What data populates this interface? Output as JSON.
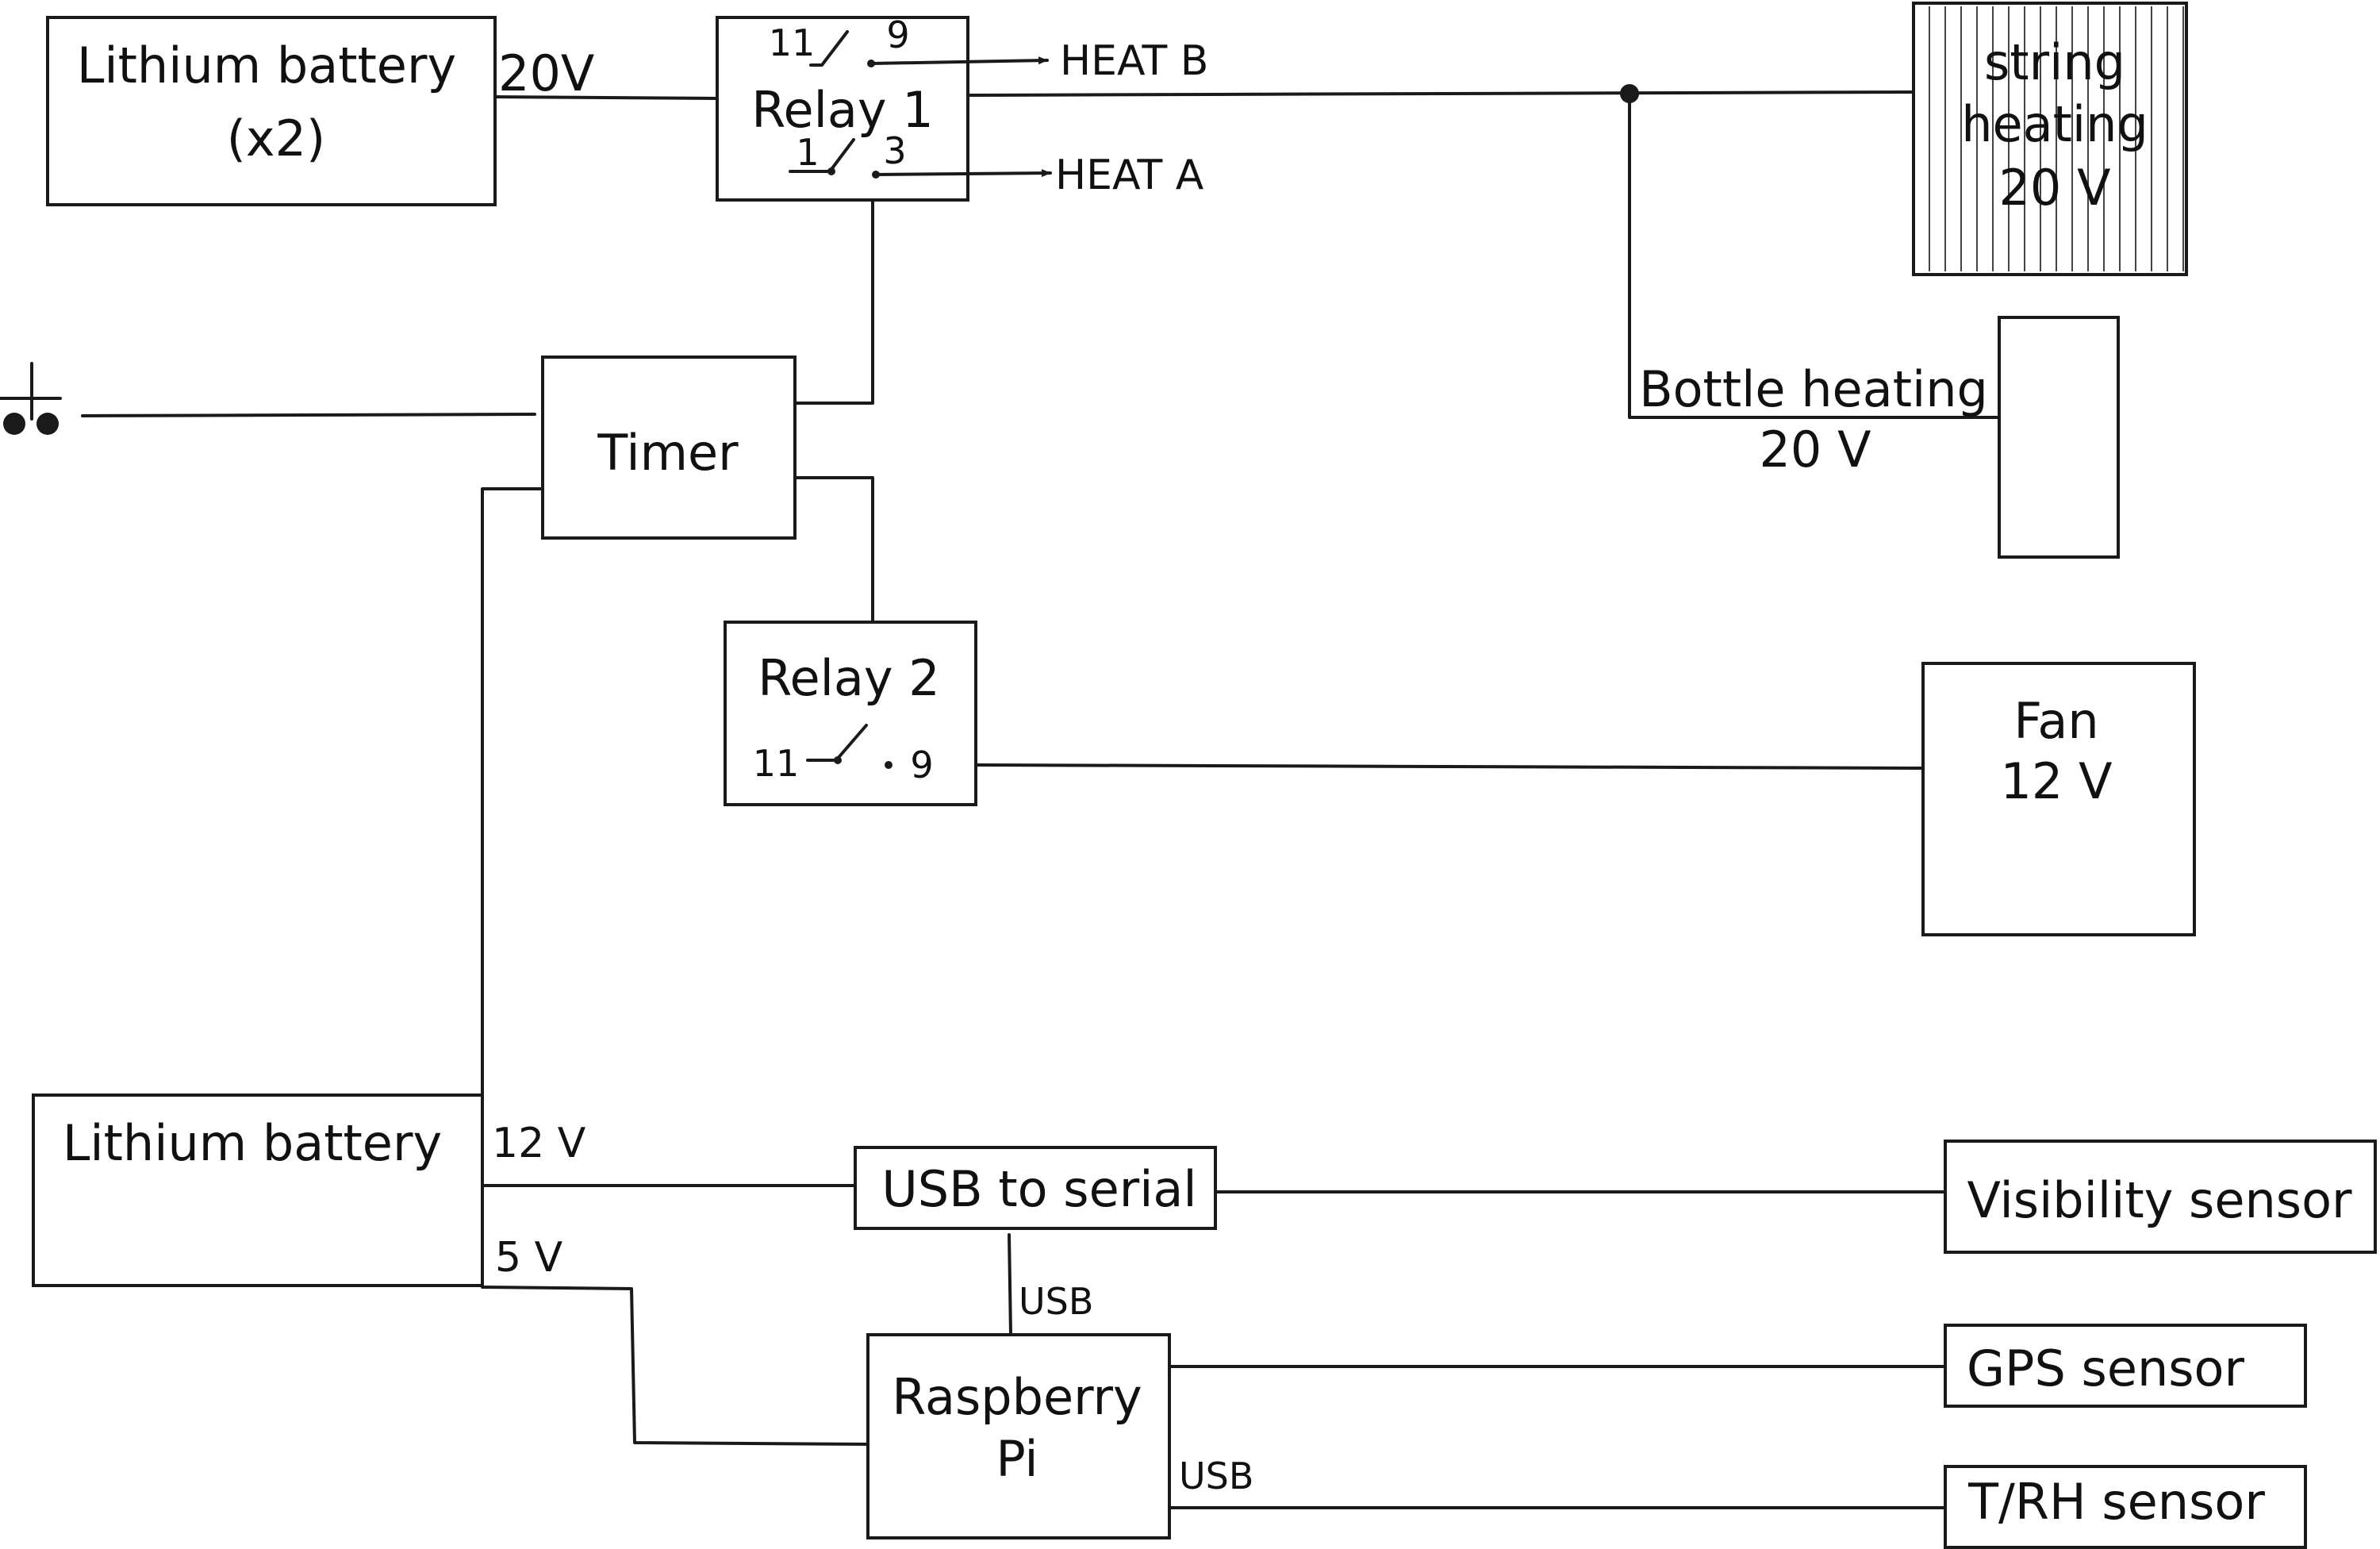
{
  "colors": {
    "line": "#1a1a1a",
    "background": "#ffffff"
  },
  "icons": {
    "switch": "switch-icon"
  },
  "battery_main": {
    "line1": "Lithium battery",
    "line2": "(x2)",
    "voltage": "20V"
  },
  "relay1": {
    "label": "Relay 1",
    "pin_top_left": "11",
    "pin_top_right": "9",
    "pin_bottom_left": "1",
    "pin_bottom_right": "3",
    "out_b": "HEAT B",
    "out_a": "HEAT A"
  },
  "string_heating": {
    "line1": "string",
    "line2": "heating",
    "voltage": "20 V"
  },
  "bottle_heating": {
    "label": "Bottle heating",
    "voltage": "20 V"
  },
  "timer": {
    "label": "Timer"
  },
  "relay2": {
    "label": "Relay 2",
    "pin_left": "11",
    "pin_right": "9"
  },
  "fan": {
    "label": "Fan",
    "voltage": "12 V"
  },
  "battery_small": {
    "label": "Lithium battery",
    "v12": "12 V",
    "v5": "5 V"
  },
  "usb_serial": {
    "label": "USB to serial",
    "usb_label": "USB"
  },
  "raspberry_pi": {
    "line1": "Raspberry",
    "line2": "Pi",
    "usb_label": "USB"
  },
  "visibility_sensor": {
    "label": "Visibility sensor"
  },
  "gps_sensor": {
    "label": "GPS sensor"
  },
  "trh_sensor": {
    "label": "T/RH sensor"
  }
}
